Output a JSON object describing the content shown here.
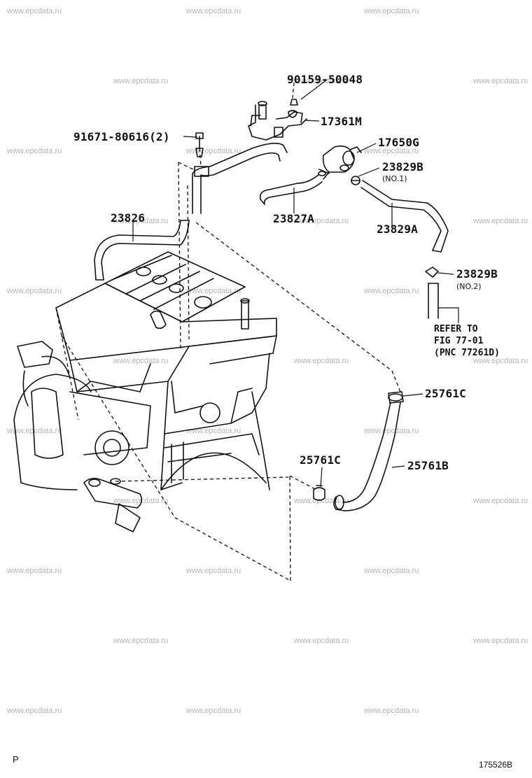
{
  "watermark": "www.epcdata.ru",
  "parts": {
    "p_90159": "90159-50048",
    "p_17361M": "17361M",
    "p_91671": "91671-80616(2)",
    "p_17650G": "17650G",
    "p_23829B_1": "23829B",
    "p_23829B_1_note": "(NO.1)",
    "p_23826": "23826",
    "p_23827A": "23827A",
    "p_23829A": "23829A",
    "p_23829B_2": "23829B",
    "p_23829B_2_note": "(NO.2)",
    "p_25761C_right": "25761C",
    "p_25761C_left": "25761C",
    "p_25761B": "25761B"
  },
  "reference": {
    "line1": "REFER TO",
    "line2": "FIG 77-01",
    "line3": "(PNC 77261D)"
  },
  "footer": {
    "left_mark": "P",
    "figure_id": "175526B"
  }
}
